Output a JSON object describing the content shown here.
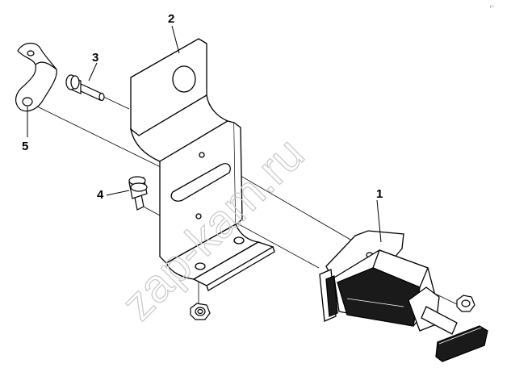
{
  "diagram": {
    "callouts": [
      {
        "id": "1",
        "label": "1",
        "part": "coupling-socket"
      },
      {
        "id": "2",
        "label": "2",
        "part": "mounting-bracket"
      },
      {
        "id": "3",
        "label": "3",
        "part": "flange-bolt"
      },
      {
        "id": "4",
        "label": "4",
        "part": "bolt"
      },
      {
        "id": "5",
        "label": "5",
        "part": "clamp"
      }
    ],
    "watermark": "zap-kam.ru",
    "corner_mark": "r–"
  },
  "colors": {
    "line": "#000000",
    "fill": "#ffffff",
    "dark_fill": "#1a1a1a",
    "watermark": "#c8c8c8"
  }
}
